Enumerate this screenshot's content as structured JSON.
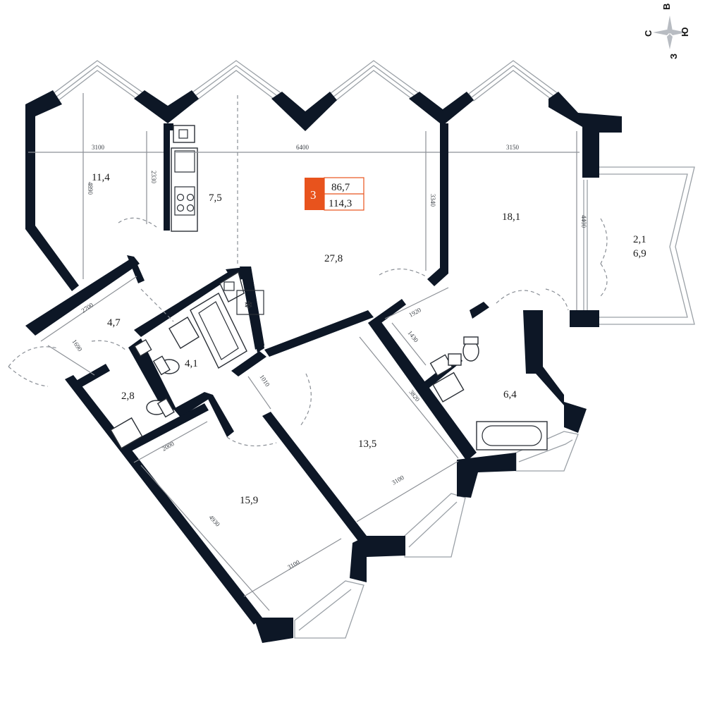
{
  "badge": {
    "rooms": "3",
    "living_area": "86,7",
    "total_area": "114,3",
    "accent_color": "#e8531d"
  },
  "rooms": [
    {
      "id": "room-a",
      "area": "11,4"
    },
    {
      "id": "room-kitchen",
      "area": "7,5"
    },
    {
      "id": "room-living",
      "area": "27,8"
    },
    {
      "id": "room-east",
      "area": "18,1"
    },
    {
      "id": "room-balcony",
      "area": "2,1",
      "area2": "6,9"
    },
    {
      "id": "room-hall",
      "area": "4,7"
    },
    {
      "id": "room-bath1",
      "area": "4,1"
    },
    {
      "id": "room-wc",
      "area": "2,8"
    },
    {
      "id": "room-bath2",
      "area": "6,4"
    },
    {
      "id": "room-bedroom1",
      "area": "15,9"
    },
    {
      "id": "room-bedroom2",
      "area": "13,5"
    }
  ],
  "dimensions": {
    "d3100_top": "3100",
    "d6400": "6400",
    "d3150": "3150",
    "d4890": "4890",
    "d2330": "2330",
    "d3340": "3340",
    "d4400": "4400",
    "d2700": "2700",
    "d1690": "1690",
    "d1920": "1920",
    "d1430": "1430",
    "d1010": "1010",
    "d3820": "3820",
    "d2000": "2000",
    "d4930": "4930",
    "d3100_b1": "3100",
    "d3100_b2": "3100"
  },
  "compass": {
    "n": "С",
    "e": "В",
    "s": "Ю",
    "w": "З"
  }
}
